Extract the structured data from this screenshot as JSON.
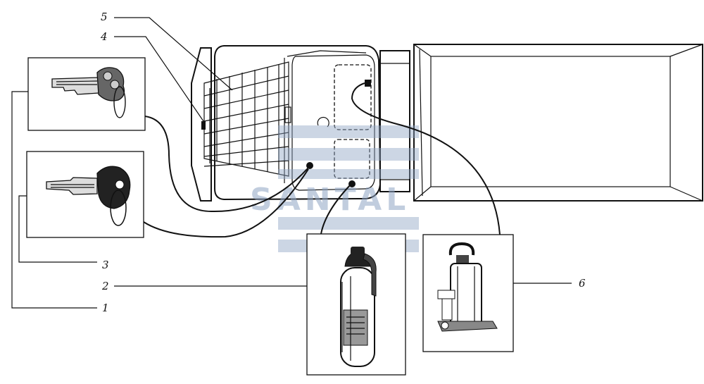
{
  "callouts": [
    {
      "id": "1",
      "label": "1"
    },
    {
      "id": "2",
      "label": "2"
    },
    {
      "id": "3",
      "label": "3"
    },
    {
      "id": "4",
      "label": "4"
    },
    {
      "id": "5",
      "label": "5"
    },
    {
      "id": "6",
      "label": "6"
    }
  ],
  "watermark": {
    "text": "SANTAL",
    "color": "#8fa5c4"
  },
  "icons": [
    "ignition-key-icon",
    "cab-key-icon",
    "fire-extinguisher-icon",
    "hydraulic-jack-icon",
    "truck-top-view-icon"
  ]
}
